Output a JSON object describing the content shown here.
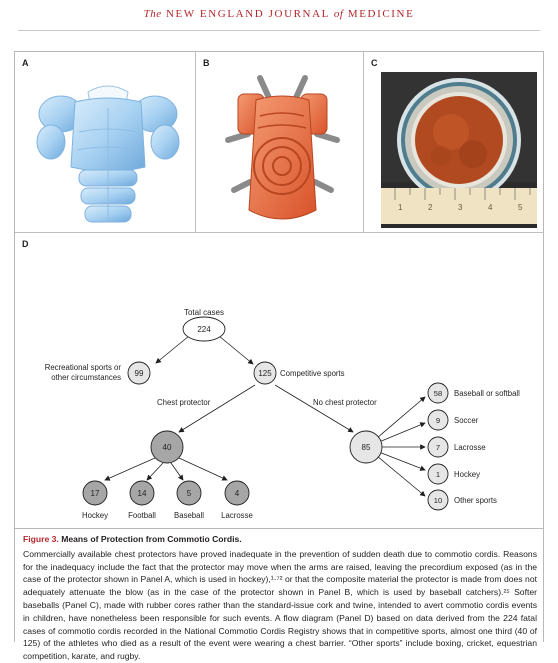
{
  "journal": {
    "the": "The",
    "name_mid": "NEW ENGLAND JOURNAL",
    "of": "of",
    "name_end": "MEDICINE"
  },
  "panels": {
    "a": "A",
    "b": "B",
    "c": "C",
    "d": "D"
  },
  "ruler": [
    "1",
    "2",
    "3",
    "4",
    "5"
  ],
  "diagram": {
    "total_label": "Total cases",
    "total": "224",
    "recreational_label_1": "Recreational sports or",
    "recreational_label_2": "other circumstances",
    "recreational": "99",
    "competitive_label": "Competitive sports",
    "competitive": "125",
    "chest_protector_label": "Chest protector",
    "chest_protector": "40",
    "no_chest_protector_label": "No chest protector",
    "no_chest_protector": "85",
    "protected_sports": [
      {
        "value": "17",
        "label": "Hockey"
      },
      {
        "value": "14",
        "label": "Football"
      },
      {
        "value": "5",
        "label": "Baseball"
      },
      {
        "value": "4",
        "label": "Lacrosse"
      }
    ],
    "unprotected_sports": [
      {
        "value": "58",
        "label": "Baseball or softball"
      },
      {
        "value": "9",
        "label": "Soccer"
      },
      {
        "value": "7",
        "label": "Lacrosse"
      },
      {
        "value": "1",
        "label": "Hockey"
      },
      {
        "value": "10",
        "label": "Other sports"
      }
    ]
  },
  "caption": {
    "figure_num": "Figure 3.",
    "title": "Means of Protection from Commotio Cordis.",
    "body": "Commercially available chest protectors have proved inadequate in the prevention of sudden death due to commotio cordis. Reasons for the inadequacy include the fact that the protector may move when the arms are raised, leaving the precordium exposed (as in the case of the protector shown in Panel A, which is used in hockey),¹·⁷² or that the composite material the protector is made from does not adequately attenuate the blow (as in the case of the protector shown in Panel B, which is used by baseball catchers).²⁵ Softer baseballs (Panel C), made with rubber cores rather than the standard-issue cork and twine, intended to avert commotio cordis events in children, have nonetheless been responsible for such events. A flow diagram (Panel D) based on data derived from the 224 fatal cases of commotio cordis recorded in the National Commotio Cordis Registry shows that in competitive sports, almost one third (40 of 125) of the athletes who died as a result of the event were wearing a chest barrier. “Other sports” include boxing, cricket, equestrian competition, karate, and rugby."
  },
  "colors": {
    "journal_red": "#b3262b",
    "protector_blue": "#9ecbf0",
    "protector_orange": "#e8683f",
    "node_gray": "#e6e6e6",
    "node_dark_gray": "#a6a6a6"
  }
}
